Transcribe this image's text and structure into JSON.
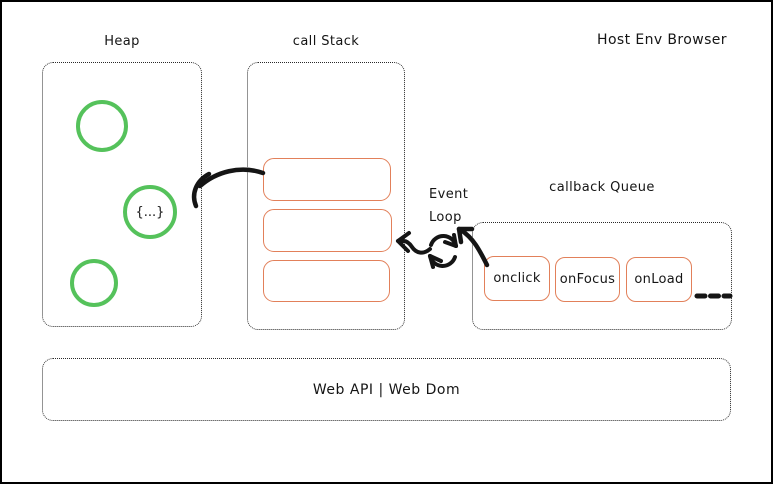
{
  "header": {
    "title": "Host Env Browser"
  },
  "heap": {
    "label": "Heap",
    "object_text": "{...}"
  },
  "call_stack": {
    "label": "call Stack"
  },
  "event_loop": {
    "line1": "Event",
    "line2": "Loop"
  },
  "callback_queue": {
    "label": "callback Queue",
    "items": [
      "onclick",
      "onFocus",
      "onLoad"
    ]
  },
  "web_api": {
    "label": "Web API | Web Dom"
  },
  "colors": {
    "green": "#55c25b",
    "orange": "#e2805a",
    "ink": "#151515"
  }
}
